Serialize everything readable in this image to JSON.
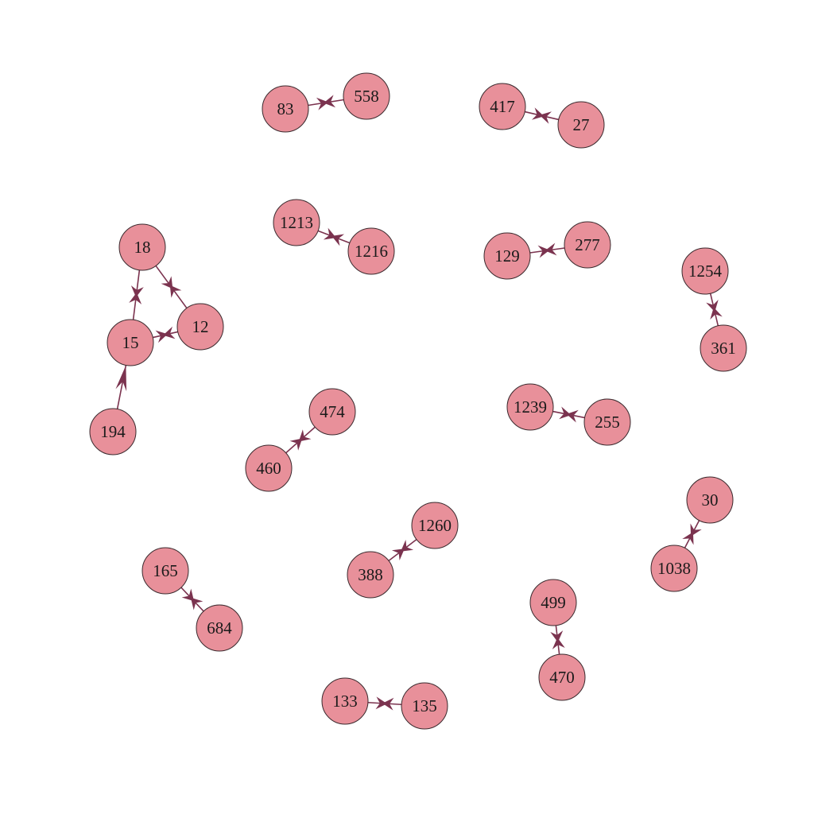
{
  "graph": {
    "colors": {
      "node_fill": "#e8909a",
      "node_stroke": "#3a2a2e",
      "edge": "#7b334f",
      "background": "#ffffff"
    },
    "nodes": [
      {
        "id": "83"
      },
      {
        "id": "558"
      },
      {
        "id": "417"
      },
      {
        "id": "27"
      },
      {
        "id": "1213"
      },
      {
        "id": "1216"
      },
      {
        "id": "129"
      },
      {
        "id": "277"
      },
      {
        "id": "18"
      },
      {
        "id": "12"
      },
      {
        "id": "15"
      },
      {
        "id": "194"
      },
      {
        "id": "1254"
      },
      {
        "id": "361"
      },
      {
        "id": "474"
      },
      {
        "id": "460"
      },
      {
        "id": "1239"
      },
      {
        "id": "255"
      },
      {
        "id": "30"
      },
      {
        "id": "1038"
      },
      {
        "id": "1260"
      },
      {
        "id": "388"
      },
      {
        "id": "165"
      },
      {
        "id": "684"
      },
      {
        "id": "499"
      },
      {
        "id": "470"
      },
      {
        "id": "133"
      },
      {
        "id": "135"
      }
    ],
    "edges": [
      {
        "source": "83",
        "target": "558",
        "bidirectional": true
      },
      {
        "source": "417",
        "target": "27",
        "bidirectional": true
      },
      {
        "source": "1213",
        "target": "1216",
        "bidirectional": true
      },
      {
        "source": "129",
        "target": "277",
        "bidirectional": true
      },
      {
        "source": "15",
        "target": "18",
        "bidirectional": true
      },
      {
        "source": "12",
        "target": "18",
        "bidirectional": true
      },
      {
        "source": "15",
        "target": "12",
        "bidirectional": true
      },
      {
        "source": "194",
        "target": "15",
        "bidirectional": false
      },
      {
        "source": "1254",
        "target": "361",
        "bidirectional": true
      },
      {
        "source": "460",
        "target": "474",
        "bidirectional": true
      },
      {
        "source": "1239",
        "target": "255",
        "bidirectional": true
      },
      {
        "source": "1038",
        "target": "30",
        "bidirectional": true
      },
      {
        "source": "388",
        "target": "1260",
        "bidirectional": true
      },
      {
        "source": "165",
        "target": "684",
        "bidirectional": true
      },
      {
        "source": "499",
        "target": "470",
        "bidirectional": true
      },
      {
        "source": "133",
        "target": "135",
        "bidirectional": true
      }
    ]
  }
}
